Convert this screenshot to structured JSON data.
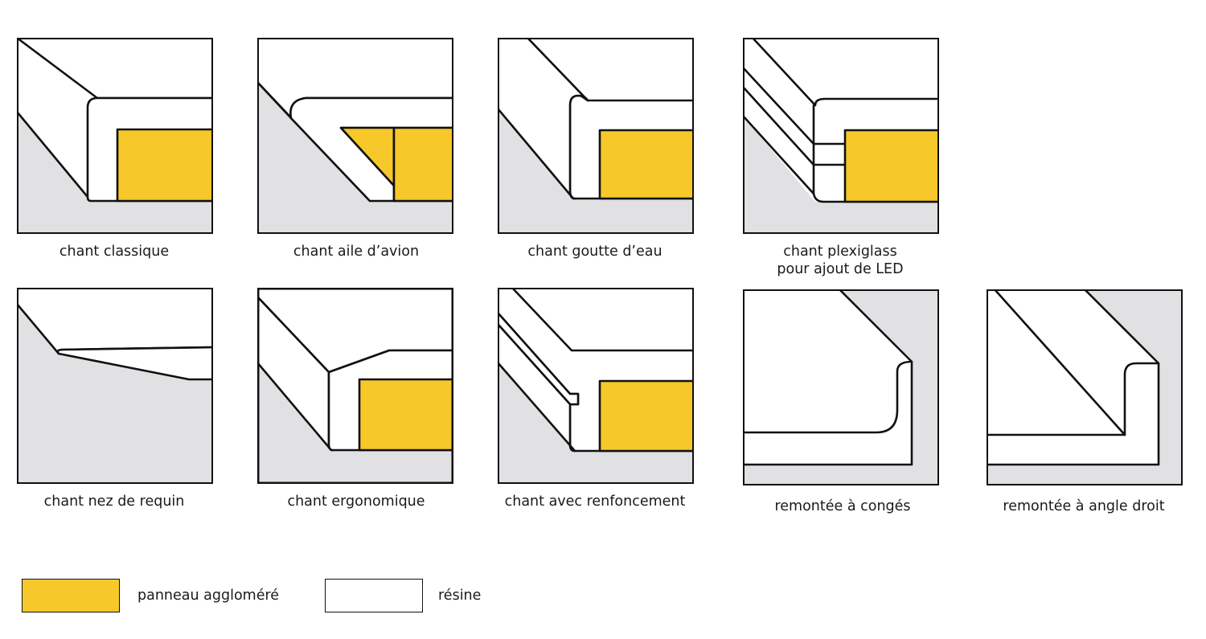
{
  "panels": [
    {
      "id": "classique",
      "caption": "chant classique"
    },
    {
      "id": "aile",
      "caption": "chant aile d’avion"
    },
    {
      "id": "goutte",
      "caption": "chant goutte d’eau"
    },
    {
      "id": "plexi",
      "caption_line1": "chant plexiglass",
      "caption_line2": "pour ajout de LED"
    },
    {
      "id": "requin",
      "caption": "chant nez de requin"
    },
    {
      "id": "ergo",
      "caption": "chant ergonomique"
    },
    {
      "id": "renfonc",
      "caption": "chant avec renfoncement"
    },
    {
      "id": "conges",
      "caption": "remontée à congés"
    },
    {
      "id": "angle",
      "caption": "remontée à angle droit"
    }
  ],
  "legend": [
    {
      "label": "panneau aggloméré",
      "color": "#f6c82a"
    },
    {
      "label": "résine",
      "color": "#ffffff"
    }
  ],
  "colors": {
    "panel": "#f6c82a",
    "resin": "#ffffff",
    "background": "#e1e1e4",
    "outline": "#111111"
  }
}
